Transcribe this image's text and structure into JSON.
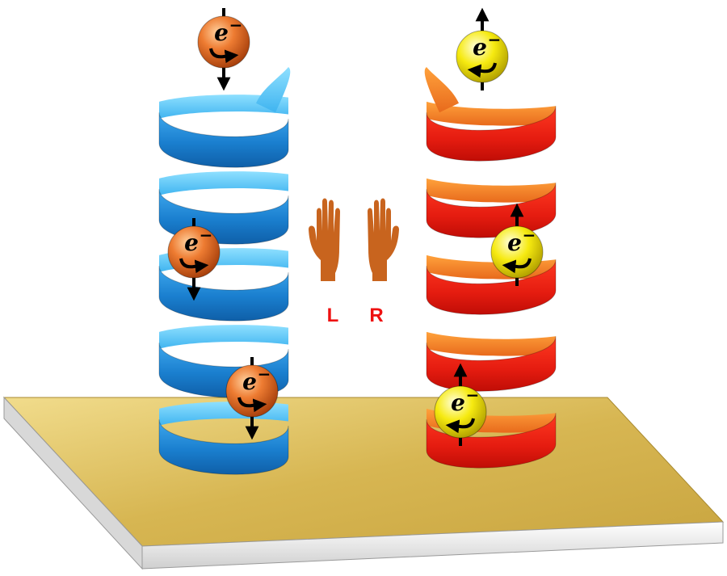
{
  "electron_symbol": "e",
  "electron_charge": "−",
  "hands": {
    "left_label": "L",
    "right_label": "R"
  },
  "colors": {
    "left_helix": "#1f8fd8",
    "right_helix": "#ee2211",
    "left_electron": "#e8702a",
    "right_electron": "#f5e800",
    "hand": "#c8641e",
    "label": "#ee1111",
    "substrate": "#d4b24a"
  },
  "left_helix": {
    "spin": "down",
    "electrons": 3
  },
  "right_helix": {
    "spin": "up",
    "electrons": 3
  }
}
